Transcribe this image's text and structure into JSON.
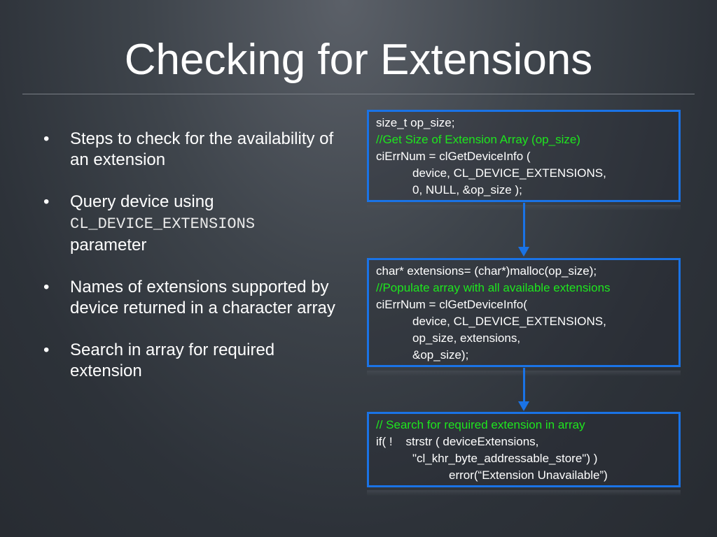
{
  "slide": {
    "title": "Checking for Extensions"
  },
  "bullets": [
    {
      "text": "Steps to check for the availability of an extension"
    },
    {
      "pre": "Query device using",
      "code": "CL_DEVICE_EXTENSIONS",
      "post": "parameter"
    },
    {
      "text": "Names of extensions supported by device returned in a character array"
    },
    {
      "text": "Search in array for required extension"
    }
  ],
  "code_blocks": [
    {
      "lines": [
        "size_t op_size;",
        "//Get Size of Extension Array (op_size)",
        "ciErrNum = clGetDeviceInfo (",
        "device, CL_DEVICE_EXTENSIONS,",
        "0, NULL, &op_size );"
      ]
    },
    {
      "lines": [
        "char* extensions= (char*)malloc(op_size);",
        "//Populate array with all available extensions",
        "ciErrNum = clGetDeviceInfo(",
        "device, CL_DEVICE_EXTENSIONS,",
        "op_size, extensions,",
        "&op_size);"
      ]
    },
    {
      "lines": [
        "// Search for required extension in array",
        "if( !    strstr ( deviceExtensions,",
        "\"cl_khr_byte_addressable_store\") )",
        "error(“Extension Unavailable”)"
      ]
    }
  ],
  "colors": {
    "box_border": "#1a73e6",
    "comment": "#1ee61e",
    "text": "#ffffff"
  }
}
